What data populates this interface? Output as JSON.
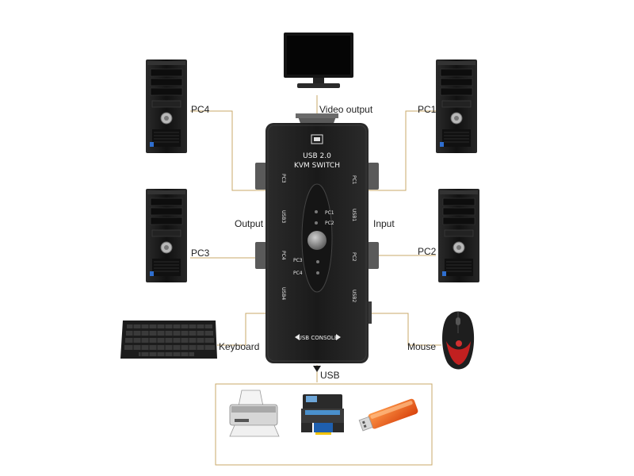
{
  "labels": {
    "video_output": "Video output",
    "pc1": "PC1",
    "pc2": "PC2",
    "pc3": "PC3",
    "pc4": "PC4",
    "input": "Input",
    "output": "Output",
    "keyboard": "Keyboard",
    "mouse": "Mouse",
    "usb": "USB"
  },
  "kvm": {
    "title_line1": "USB 2.0",
    "title_line2": "KVM SWITCH",
    "led_pc1": "PC1",
    "led_pc2": "PC2",
    "led_pc3": "PC3",
    "led_pc4": "PC4",
    "port_pc1": "PC1",
    "port_pc2": "PC2",
    "port_pc3": "PC3",
    "port_pc4": "PC4",
    "port_usb1": "USB1",
    "port_usb2": "USB2",
    "port_usb3": "USB3",
    "port_usb4": "USB4",
    "console": "USB CONSOLE"
  },
  "colors": {
    "line": "#c9a86a",
    "kvm_body": "#1f1f1f",
    "tower": "#151515"
  }
}
